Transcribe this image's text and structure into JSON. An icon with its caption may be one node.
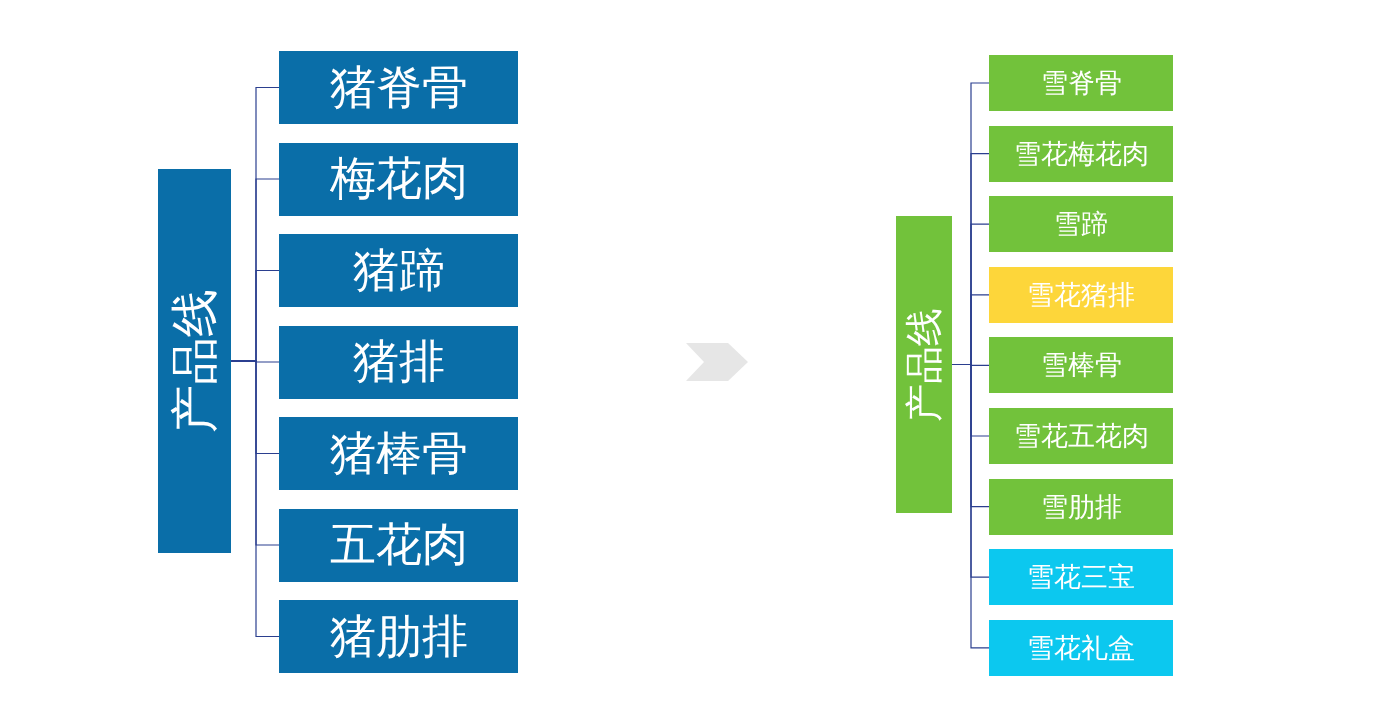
{
  "diagram": {
    "nodes": [
      {
        "text": [
          "产品线"
        ]
      },
      {
        "text": [
          "猪脊骨"
        ]
      },
      {
        "text": [
          "梅花肉"
        ]
      },
      {
        "text": [
          "猪蹄"
        ]
      },
      {
        "text": [
          "猪排"
        ]
      },
      {
        "text": [
          "猪棒骨"
        ]
      },
      {
        "text": [
          "五花肉"
        ]
      },
      {
        "text": [
          "猪肋排"
        ]
      },
      {
        "text": [
          "产品线"
        ]
      },
      {
        "text": [
          "雪脊骨"
        ]
      },
      {
        "text": [
          "雪花梅花肉"
        ]
      },
      {
        "text": [
          "雪蹄"
        ]
      },
      {
        "text": [
          "雪花猪排"
        ]
      },
      {
        "text": [
          "雪棒骨"
        ]
      },
      {
        "text": [
          "雪花五花肉"
        ]
      },
      {
        "text": [
          "雪肋排"
        ]
      },
      {
        "text": [
          "雪花三宝"
        ]
      },
      {
        "text": [
          "雪花礼盒"
        ]
      }
    ],
    "edges": [
      {
        "from": 0,
        "to": 1,
        "arrow": "none"
      },
      {
        "from": 0,
        "to": 2,
        "arrow": "none"
      },
      {
        "from": 0,
        "to": 3,
        "arrow": "none"
      },
      {
        "from": 0,
        "to": 4,
        "arrow": "none"
      },
      {
        "from": 0,
        "to": 5,
        "arrow": "none"
      },
      {
        "from": 0,
        "to": 6,
        "arrow": "none"
      },
      {
        "from": 0,
        "to": 7,
        "arrow": "none"
      },
      {
        "from": 8,
        "to": 9,
        "arrow": "none"
      },
      {
        "from": 8,
        "to": 10,
        "arrow": "none"
      },
      {
        "from": 8,
        "to": 11,
        "arrow": "none"
      },
      {
        "from": 8,
        "to": 12,
        "arrow": "none"
      },
      {
        "from": 8,
        "to": 13,
        "arrow": "none"
      },
      {
        "from": 8,
        "to": 14,
        "arrow": "none"
      },
      {
        "from": 8,
        "to": 15,
        "arrow": "none"
      },
      {
        "from": 8,
        "to": 16,
        "arrow": "none"
      },
      {
        "from": 8,
        "to": 17,
        "arrow": "none"
      }
    ]
  }
}
